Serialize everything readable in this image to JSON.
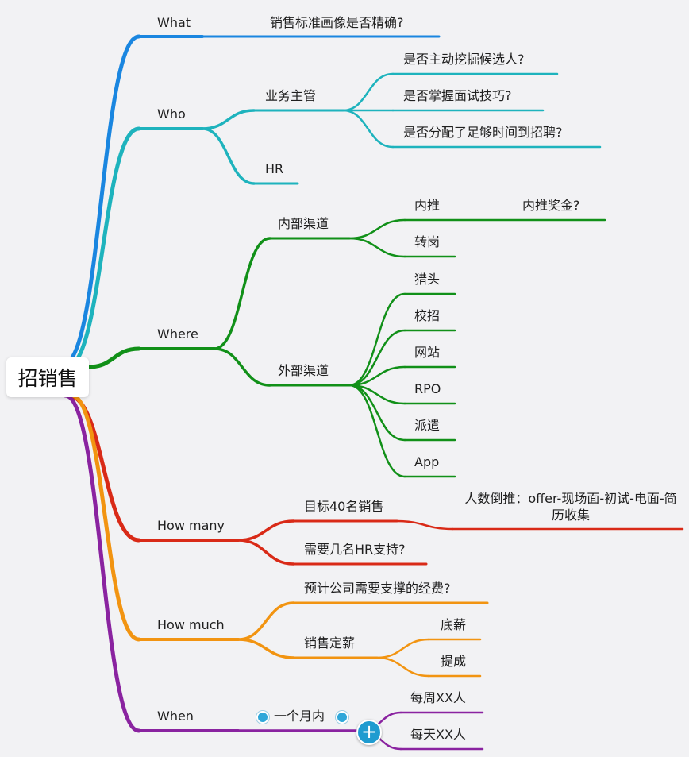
{
  "root": {
    "label": "招销售"
  },
  "colors": {
    "what": "#1a86e0",
    "who": "#1eb3bd",
    "where": "#119018",
    "how_many": "#d92a17",
    "how_much": "#f29411",
    "when": "#8a23a0"
  },
  "branches": {
    "what": {
      "label": "What",
      "question": "销售标准画像是否精确?"
    },
    "who": {
      "label": "Who",
      "manager": {
        "label": "业务主管",
        "items": [
          "是否主动挖掘候选人?",
          "是否掌握面试技巧?",
          "是否分配了足够时间到招聘?"
        ]
      },
      "hr": {
        "label": "HR"
      }
    },
    "where": {
      "label": "Where",
      "internal": {
        "label": "内部渠道",
        "referral": {
          "label": "内推",
          "note": "内推奖金?"
        },
        "transfer": {
          "label": "转岗"
        }
      },
      "external": {
        "label": "外部渠道",
        "items": [
          "猎头",
          "校招",
          "网站",
          "RPO",
          "派遣",
          "App"
        ]
      }
    },
    "how_many": {
      "label": "How many",
      "target": {
        "label": "目标40名销售",
        "note": "人数倒推：offer-现场面-初试-电面-简历收集"
      },
      "hr_support": {
        "label": "需要几名HR支持?"
      }
    },
    "how_much": {
      "label": "How much",
      "budget": {
        "label": "预计公司需要支撑的经费?"
      },
      "salary": {
        "label": "销售定薪",
        "items": [
          "底薪",
          "提成"
        ]
      }
    },
    "when": {
      "label": "When",
      "period": {
        "label": "一个月内",
        "items": [
          "每周XX人",
          "每天XX人"
        ]
      }
    }
  },
  "icons": {
    "expand": "plus-circle-icon",
    "attachment": "dot-icon"
  }
}
